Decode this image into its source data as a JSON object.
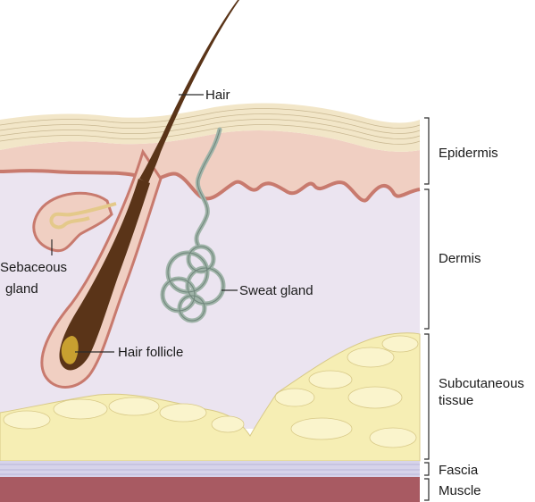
{
  "labels": {
    "hair": "Hair",
    "sebaceous_gland_line1": "Sebaceous",
    "sebaceous_gland_line2": "gland",
    "sweat_gland": "Sweat gland",
    "hair_follicle": "Hair follicle",
    "epidermis": "Epidermis",
    "dermis": "Dermis",
    "subcutaneous_line1": "Subcutaneous",
    "subcutaneous_line2": "tissue",
    "fascia": "Fascia",
    "muscle": "Muscle"
  },
  "colors": {
    "epidermis": "#f2e6c8",
    "epidermis_lines": "#c9b892",
    "dermis_top": "#f0cfc2",
    "dermis": "#ebe4f0",
    "basal_line": "#c87a6e",
    "fat": "#f6eeb4",
    "fat_outline": "#d8c987",
    "fascia": "#d6d3ea",
    "muscle": "#a85a62",
    "hair": "#5a3418",
    "follicle": "#f0cfc2",
    "gland": "#9fb3a8",
    "sebaceous": "#f3e4b8"
  }
}
